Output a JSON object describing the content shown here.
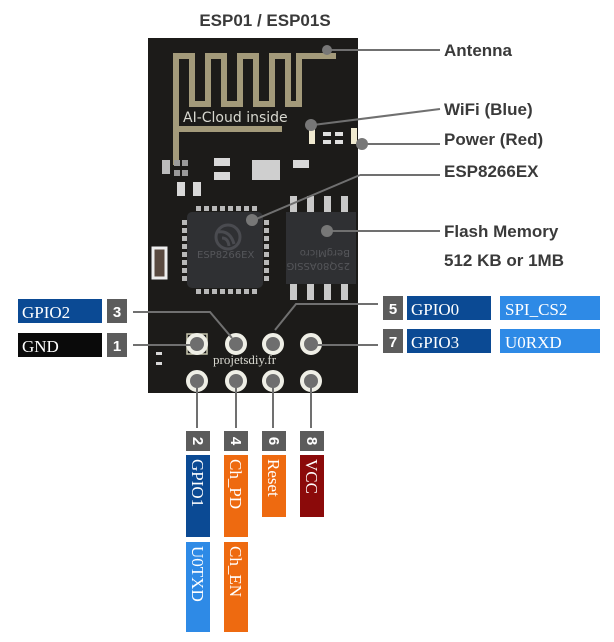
{
  "title": "ESP01 / ESP01S",
  "board": {
    "antenna_text": "AI-Cloud inside",
    "watermark": "projetsdiy.fr",
    "chip_label": "ESP8266EX",
    "flash_label_line1": "BergMicro",
    "flash_label_line2": "25Q80ASSIG"
  },
  "callouts": [
    {
      "id": "antenna",
      "label": "Antenna"
    },
    {
      "id": "wifi-led",
      "label": "WiFi (Blue)"
    },
    {
      "id": "power-led",
      "label": "Power (Red)"
    },
    {
      "id": "chip",
      "label": "ESP8266EX"
    },
    {
      "id": "flash",
      "label": "Flash Memory"
    },
    {
      "id": "flash-size",
      "label": "512 KB or 1MB"
    }
  ],
  "pins": {
    "left": [
      {
        "number": "3",
        "label": "GPIO2"
      },
      {
        "number": "1",
        "label": "GND"
      }
    ],
    "right": [
      {
        "number": "5",
        "label": "GPIO0",
        "alt": "SPI_CS2"
      },
      {
        "number": "7",
        "label": "GPIO3",
        "alt": "U0RXD"
      }
    ],
    "bottom": [
      {
        "number": "2",
        "label": "GPIO1",
        "alt": "U0TXD"
      },
      {
        "number": "4",
        "label": "Ch_PD",
        "alt": "Ch_EN"
      },
      {
        "number": "6",
        "label": "Reset"
      },
      {
        "number": "8",
        "label": "VCC"
      }
    ]
  },
  "colors": {
    "gpio": "#0b4a94",
    "alt_function": "#2e8ae6",
    "ground": "#0a0a0a",
    "control": "#ee6a10",
    "power": "#8b0a0a",
    "pin_number": "#5c5c5c",
    "pcb": "#1c1b19",
    "trace": "#a39a7a"
  }
}
